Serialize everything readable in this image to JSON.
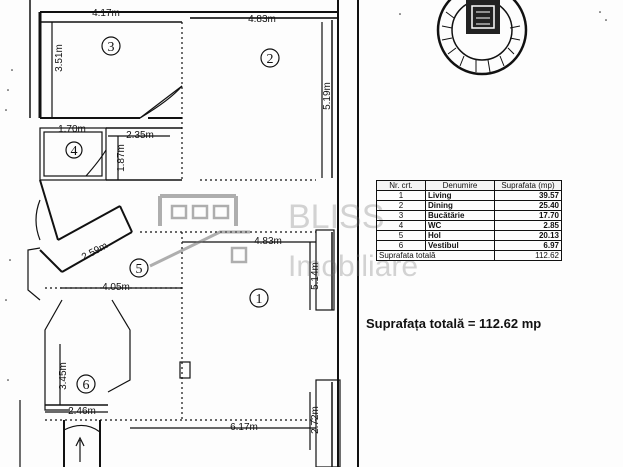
{
  "rooms": [
    {
      "id": "room-1",
      "label": "1"
    },
    {
      "id": "room-2",
      "label": "2"
    },
    {
      "id": "room-3",
      "label": "3"
    },
    {
      "id": "room-4",
      "label": "4"
    },
    {
      "id": "room-5",
      "label": "5"
    },
    {
      "id": "room-6",
      "label": "6"
    }
  ],
  "dimensions": {
    "d_417": "4.17m",
    "d_483_top": "4.83m",
    "d_351": "3.51m",
    "d_519": "5.19m",
    "d_170": "1.70m",
    "d_235": "2.35m",
    "d_187": "1.87m",
    "d_259": "2.59m",
    "d_483_mid": "4.83m",
    "d_405": "4.05m",
    "d_514": "5.14m",
    "d_345": "3.45m",
    "d_246": "2.46m",
    "d_617": "6.17m",
    "d_272": "2.72m"
  },
  "watermark": {
    "brand": "BLISS",
    "sub": "Imobiliare"
  },
  "area_table": {
    "headers": [
      "Nr. crt.",
      "Denumire",
      "Suprafata (mp)"
    ],
    "rows": [
      {
        "nr": "1",
        "name": "Living",
        "area": "39.57"
      },
      {
        "nr": "2",
        "name": "Dining",
        "area": "25.40"
      },
      {
        "nr": "3",
        "name": "Bucătărie",
        "area": "17.70"
      },
      {
        "nr": "4",
        "name": "WC",
        "area": "2.85"
      },
      {
        "nr": "5",
        "name": "Hol",
        "area": "20.13"
      },
      {
        "nr": "6",
        "name": "Vestibul",
        "area": "6.97"
      }
    ],
    "total_label": "Suprafata totală",
    "total_value": "112.62"
  },
  "total_area_text": "Suprafața totală = 112.62 mp",
  "colors": {
    "ink": "#111111",
    "watermark": "#6f6f6f"
  }
}
